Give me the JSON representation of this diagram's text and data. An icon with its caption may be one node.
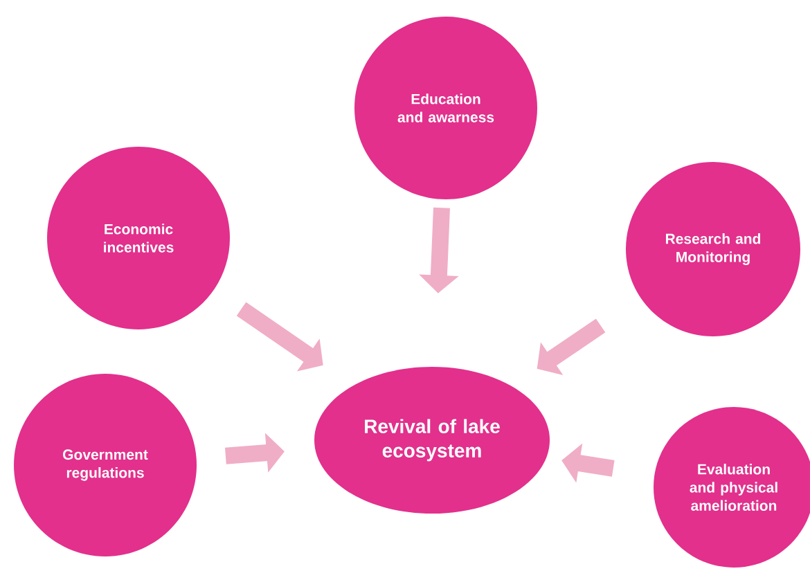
{
  "diagram": {
    "nodes": [
      {
        "text": [
          "Education and awarness"
        ]
      },
      {
        "text": [
          "Economic incentives"
        ]
      },
      {
        "text": [
          "Research and Monitoring"
        ]
      },
      {
        "text": [
          "Revival of lake ecosystem"
        ]
      },
      {
        "text": [
          "Government regulations"
        ]
      },
      {
        "text": [
          "Evaluation and physical amelioration"
        ]
      }
    ],
    "edges": [
      {
        "from": 0,
        "to": 3,
        "arrow": "to"
      },
      {
        "from": 1,
        "to": 3,
        "arrow": "to"
      },
      {
        "from": 2,
        "to": 3,
        "arrow": "to"
      },
      {
        "from": 4,
        "to": 3,
        "arrow": "to"
      },
      {
        "from": 5,
        "to": 3,
        "arrow": "to"
      }
    ]
  }
}
